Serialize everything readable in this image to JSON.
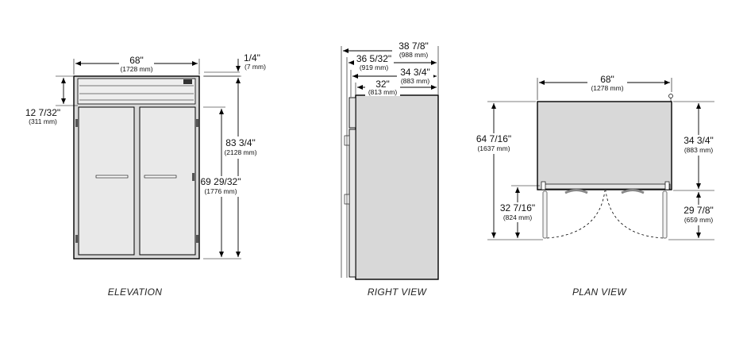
{
  "elevation": {
    "caption": "ELEVATION",
    "width": {
      "in": "68\"",
      "mm": "(1728 mm)"
    },
    "top_gap": {
      "in": "1/4\"",
      "mm": "(7 mm)"
    },
    "top_offset": {
      "in": "12 7/32\"",
      "mm": "(311 mm)"
    },
    "height": {
      "in": "83 3/4\"",
      "mm": "(2128 mm)"
    },
    "door_height": {
      "in": "69 29/32\"",
      "mm": "(1776 mm)"
    }
  },
  "right_view": {
    "caption": "RIGHT VIEW",
    "depth_overall": {
      "in": "38 7/8\"",
      "mm": "(988 mm)"
    },
    "depth_handles": {
      "in": "36 5/32\"",
      "mm": "(919 mm)"
    },
    "depth_doors": {
      "in": "34 3/4\"",
      "mm": "(883 mm)"
    },
    "depth_body": {
      "in": "32\"",
      "mm": "(813 mm)"
    }
  },
  "plan_view": {
    "caption": "PLAN VIEW",
    "width": {
      "in": "68\"",
      "mm": "(1278 mm)"
    },
    "depth_total": {
      "in": "64 7/16\"",
      "mm": "(1637 mm)"
    },
    "door_swing_left": {
      "in": "32 7/16\"",
      "mm": "(824 mm)"
    },
    "depth_body": {
      "in": "34 3/4\"",
      "mm": "(883 mm)"
    },
    "door_swing_right": {
      "in": "29 7/8\"",
      "mm": "(659 mm)"
    }
  }
}
